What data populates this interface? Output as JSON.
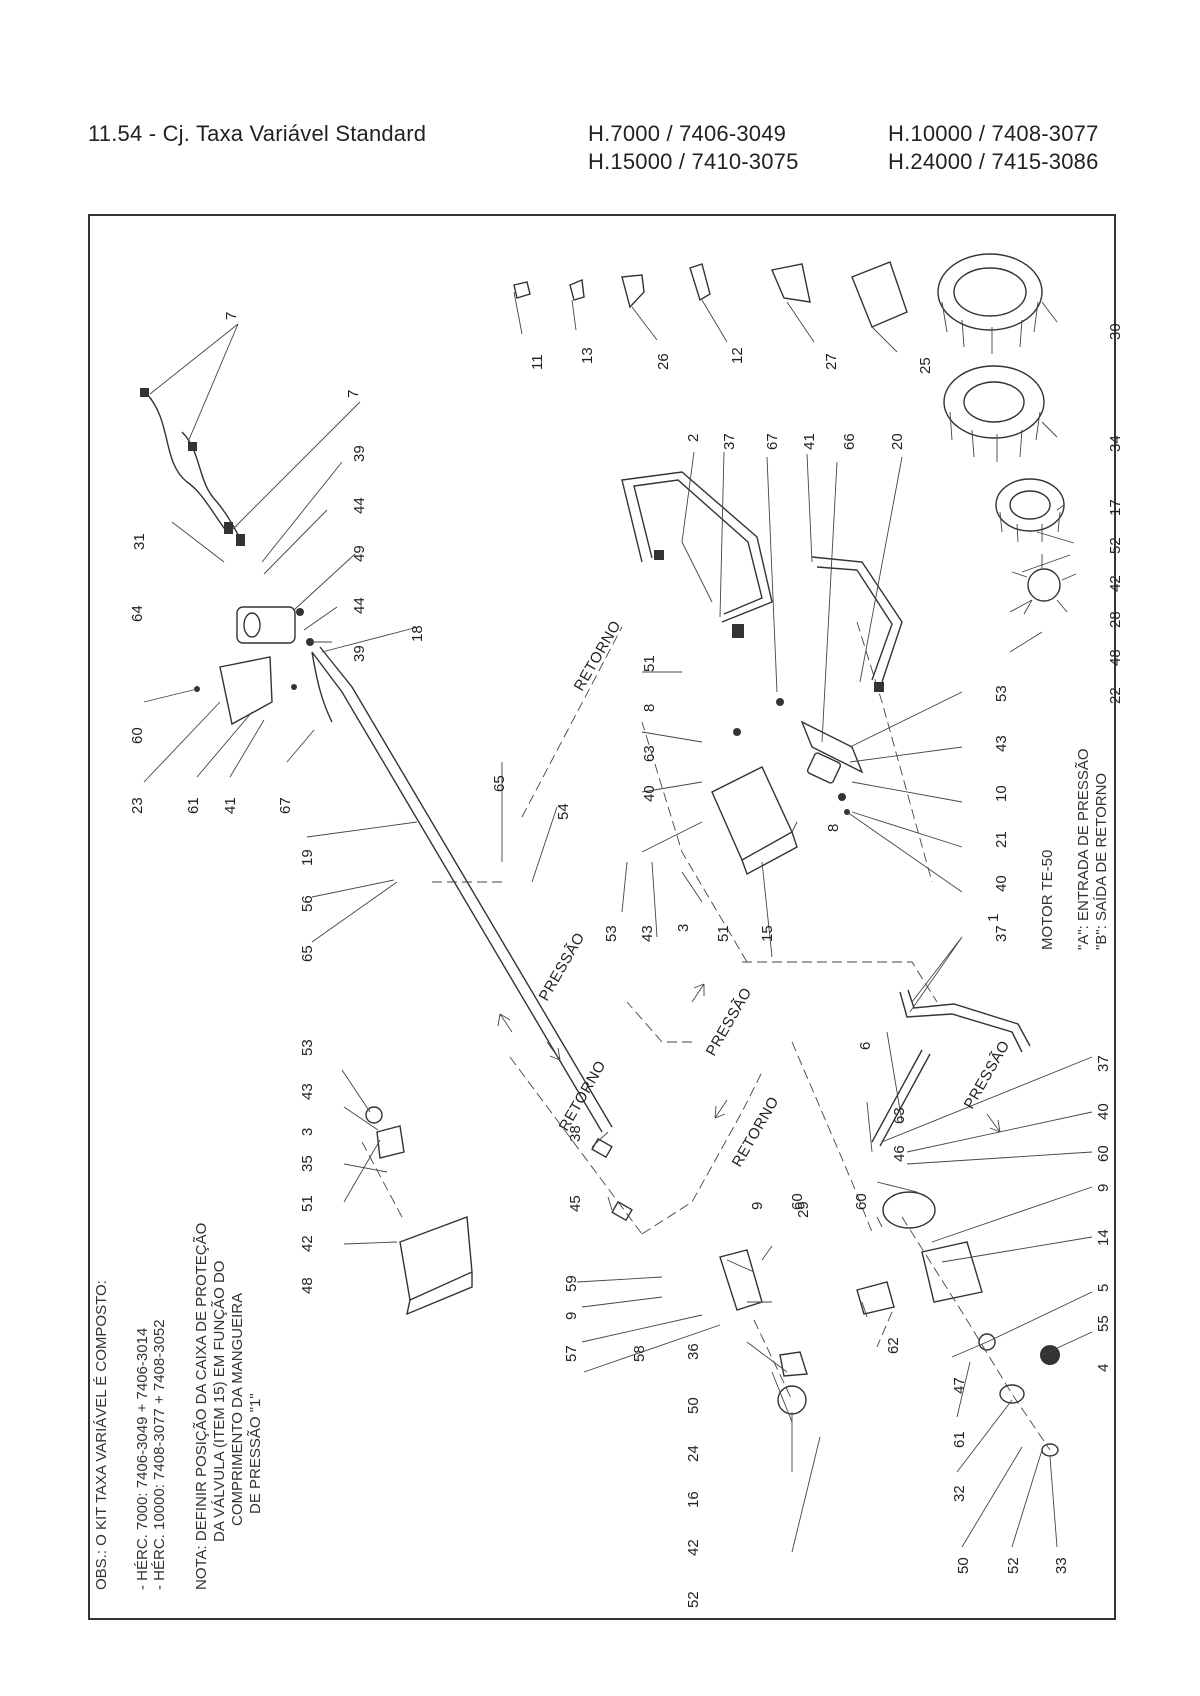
{
  "header": {
    "title": "11.54 - Cj. Taxa Variável Standard",
    "models_mid": [
      "H.7000 / 7406-3049",
      "H.15000 / 7410-3075"
    ],
    "models_right": [
      "H.10000 / 7408-3077",
      "H.24000 / 7415-3086"
    ]
  },
  "notes": {
    "obs_heading": "OBS.: O KIT TAXA VARIÁVEL É COMPOSTO:",
    "obs_line1": "- HÉRC. 7000:   7406-3049 + 7406-3014",
    "obs_line2": "- HÉRC. 10000: 7408-3077 + 7408-3052",
    "nota_line1": "NOTA: DEFINIR POSIÇÃO DA CAIXA DE PROTEÇÃO",
    "nota_line2": "DA VÁLVULA (ITEM 15) EM FUNÇÃO DO",
    "nota_line3": "COMPRIMENTO DA MANGUEIRA",
    "nota_line4": "DE PRESSÃO \"1\""
  },
  "motor": {
    "title": "MOTOR TE-50",
    "line_a": "\"A\": ENTRADA DE PRESSÃO",
    "line_b": "\"B\": SAÍDA DE RETORNO"
  },
  "flow_labels": {
    "retorno": "RETORNO",
    "pressao": "PRESSÃO"
  },
  "callouts": {
    "c1": "1",
    "c2": "2",
    "c3": "3",
    "c4": "4",
    "c5": "5",
    "c6": "6",
    "c7": "7",
    "c8": "8",
    "c9": "9",
    "c10": "10",
    "c11": "11",
    "c12": "12",
    "c13": "13",
    "c14": "14",
    "c15": "15",
    "c16": "16",
    "c17": "17",
    "c18": "18",
    "c19": "19",
    "c20": "20",
    "c21": "21",
    "c22": "22",
    "c23": "23",
    "c24": "24",
    "c25": "25",
    "c26": "26",
    "c27": "27",
    "c28": "28",
    "c29": "29",
    "c30": "30",
    "c31": "31",
    "c32": "32",
    "c33": "33",
    "c34": "34",
    "c35": "35",
    "c36": "36",
    "c37": "37",
    "c38": "38",
    "c39": "39",
    "c40": "40",
    "c41": "41",
    "c42": "42",
    "c43": "43",
    "c44": "44",
    "c45": "45",
    "c46": "46",
    "c47": "47",
    "c48": "48",
    "c49": "49",
    "c50": "50",
    "c51": "51",
    "c52": "52",
    "c53": "53",
    "c54": "54",
    "c55": "55",
    "c56": "56",
    "c57": "57",
    "c58": "58",
    "c59": "59",
    "c60": "60",
    "c61": "61",
    "c62": "62",
    "c63": "63",
    "c64": "64",
    "c65": "65",
    "c66": "66",
    "c67": "67"
  }
}
